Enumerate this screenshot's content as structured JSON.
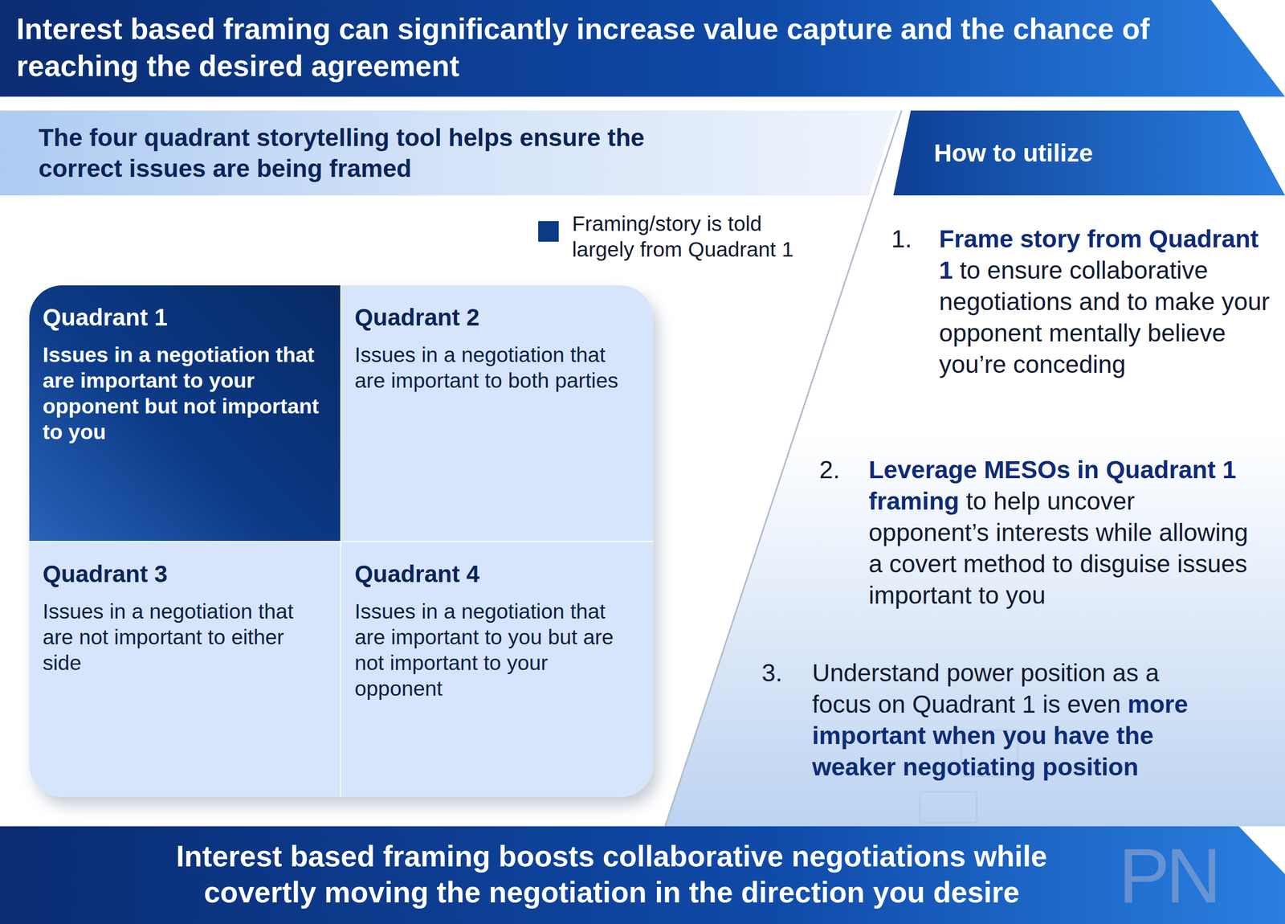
{
  "diagram": {
    "title": "Interest based framing can significantly increase value capture and the chance of reaching the desired agreement",
    "caption": "Interest based framing boosts collaborative negotiations while covertly moving the negotiation in the direction you desire",
    "nodes": [
      {
        "text": [
          "The four quadrant storytelling tool helps ensure the correct issues are being framed"
        ]
      },
      {
        "text": [
          "How to utilize"
        ]
      },
      {
        "text": [
          "Quadrant 1",
          "Issues in a negotiation that are important to your opponent but not important to you"
        ]
      },
      {
        "text": [
          "Quadrant 2",
          "Issues in a negotiation that are important to both parties"
        ]
      },
      {
        "text": [
          "Quadrant 3",
          "Issues in a negotiation that are not important to either side"
        ]
      },
      {
        "text": [
          "Quadrant 4",
          "Issues in a negotiation that are important to you but are not important to your opponent"
        ]
      }
    ],
    "labels": [
      "1.",
      "Frame story from Quadrant 1",
      "to ensure collaborative negotiations and to make your opponent mentally believe you’re conceding",
      "2.",
      "Leverage MESOs in Quadrant 1 framing",
      "to help uncover opponent’s interests while allowing a covert method to disguise issues important to you",
      "3.",
      "Understand power position as a focus on Quadrant 1 is even",
      "more important when you have the weaker negotiating position",
      "PN"
    ],
    "legend": [
      {
        "text": "Framing/story is told largely from Quadrant 1",
        "color": "#0b3a86"
      }
    ]
  }
}
